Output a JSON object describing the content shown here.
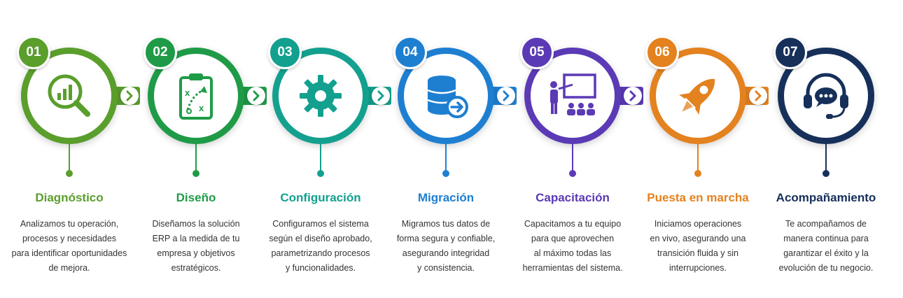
{
  "steps": [
    {
      "number": "01",
      "title": "Diagnóstico",
      "color": "#5a9e2c",
      "icon": "magnifier-chart-icon",
      "description": "Analizamos tu operación,\nprocesos y necesidades\npara identificar oportunidades\nde mejora."
    },
    {
      "number": "02",
      "title": "Diseño",
      "color": "#1f9b47",
      "icon": "clipboard-strategy-icon",
      "description": "Diseñamos la solución\nERP a la medida de tu\nempresa y objetivos\nestratégicos."
    },
    {
      "number": "03",
      "title": "Configuración",
      "color": "#13a08f",
      "icon": "gear-icon",
      "description": "Configuramos el sistema\nsegún el diseño aprobado,\nparametrizando procesos\ny funcionalidades."
    },
    {
      "number": "04",
      "title": "Migración",
      "color": "#1e7fd1",
      "icon": "database-migrate-icon",
      "description": "Migramos tus datos de\nforma segura y confiable,\nasegurando integridad\ny consistencia."
    },
    {
      "number": "05",
      "title": "Capacitación",
      "color": "#5b3ab5",
      "icon": "training-presentation-icon",
      "description": "Capacitamos a tu equipo\npara que aprovechen\nal máximo todas las\nherramientas del sistema."
    },
    {
      "number": "06",
      "title": "Puesta en marcha",
      "color": "#e3821f",
      "icon": "rocket-icon",
      "description": "Iniciamos operaciones\nen vivo, asegurando una\ntransición fluida y sin\ninterrupciones."
    },
    {
      "number": "07",
      "title": "Acompañamiento",
      "color": "#16305a",
      "icon": "headset-support-icon",
      "description": "Te acompañamos de\nmanera continua para\ngarantizar el éxito y la\nevolución de tu negocio."
    }
  ]
}
